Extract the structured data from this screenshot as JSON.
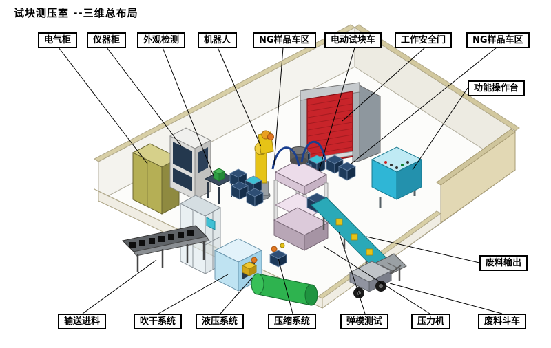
{
  "title": "试块测压室 --三维总布局",
  "labels": {
    "electrical_cabinet": "电气柜",
    "instrument_cabinet": "仪器柜",
    "visual_inspection": "外观检测",
    "robot": "机器人",
    "ng_sample_area_left": "NG样品车区",
    "electric_test_block_cart": "电动试块车",
    "work_safety_door": "工作安全门",
    "ng_sample_area_right": "NG样品车区",
    "function_console": "功能操作台",
    "waste_output": "废料输出",
    "feed_conveyor": "输送进料",
    "blow_dry_system": "吹干系统",
    "hydraulic_system": "液压系统",
    "compression_system": "压缩系统",
    "elastic_modulus_test": "弹模测试",
    "press_machine": "压力机",
    "waste_hopper_cart": "废料斗车"
  },
  "colors": {
    "wall_cap_tan": "#d8cfa6",
    "tall_wall_beige": "#e2d8b4",
    "safety_door_red": "#c8242a",
    "electrical_cabinet_olive": "#b5af55",
    "robot_yellow": "#e6c317",
    "rack_navy": "#2e4e74",
    "press_pink": "#ecdcea",
    "tank_green": "#2eb34f",
    "conveyor_teal": "#2aa9b8",
    "console_cyan": "#2fb6d6",
    "dry_box_blue": "#bfe3f2",
    "leader_line": "#000000"
  }
}
